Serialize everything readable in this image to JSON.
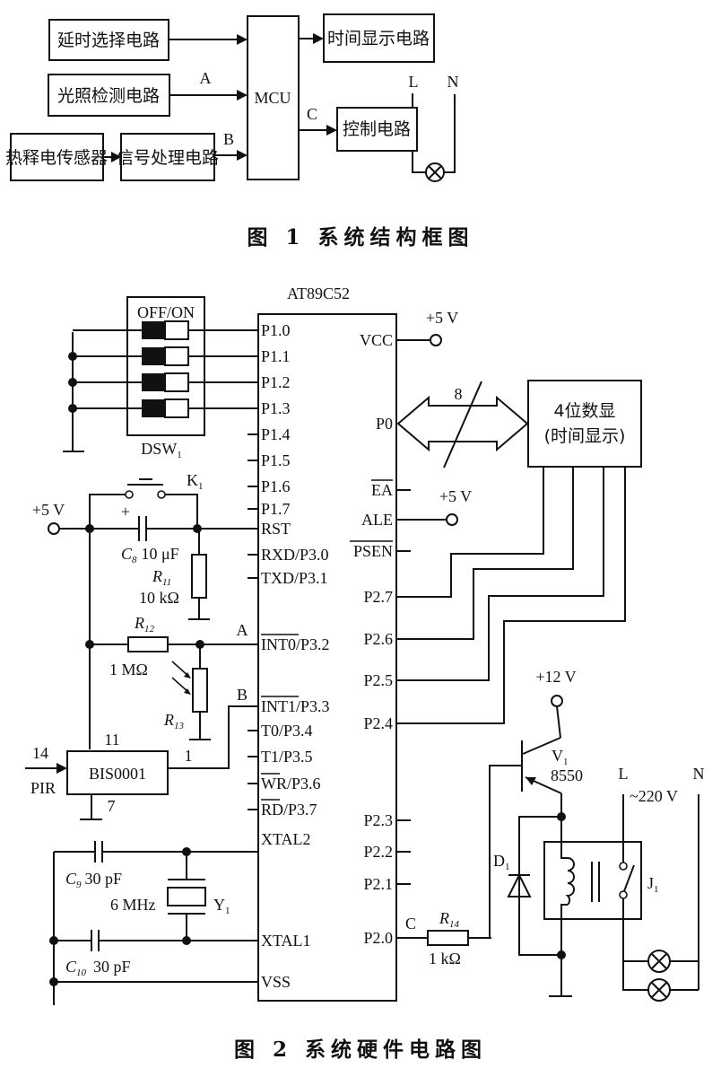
{
  "figure1": {
    "caption": "图 1   系统结构框图",
    "blocks": {
      "delay_select": "延时选择电路",
      "light_detect": "光照检测电路",
      "pyro_sensor": "热释电传感器",
      "signal_proc": "信号处理电路",
      "mcu": "MCU",
      "time_display": "时间显示电路",
      "control": "控制电路"
    },
    "signals": {
      "a": "A",
      "b": "B",
      "c": "C"
    },
    "power": {
      "live": "L",
      "neutral": "N"
    }
  },
  "figure2": {
    "caption": "图 2   系统硬件电路图",
    "mcu_name": "AT89C52",
    "left_pins": [
      "P1.0",
      "P1.1",
      "P1.2",
      "P1.3",
      "P1.4",
      "P1.5",
      "P1.6",
      "P1.7",
      "RST",
      "RXD/P3.0",
      "TXD/P3.1",
      "INT0/P3.2",
      "INT1/P3.3",
      "T0/P3.4",
      "T1/P3.5",
      "WR/P3.6",
      "RD/P3.7",
      "XTAL2",
      "XTAL1",
      "VSS"
    ],
    "right_pins": [
      "VCC",
      "P0",
      "EA",
      "ALE",
      "PSEN",
      "P2.7",
      "P2.6",
      "P2.5",
      "P2.4",
      "P2.3",
      "P2.2",
      "P2.1",
      "P2.0"
    ],
    "dip_switch": {
      "header": "OFF/ON",
      "name": "DSW",
      "sub": "1"
    },
    "supply_5v": "+5 V",
    "supply_12v": "+12 V",
    "bus_width": "8",
    "display": {
      "line1": "4位数显",
      "line2": "(时间显示)"
    },
    "k1": {
      "name": "K",
      "sub": "1"
    },
    "c8": {
      "name": "C",
      "sub": "8",
      "value": "10 μF",
      "polarity": "+"
    },
    "r11": {
      "name": "R",
      "sub": "11",
      "value": "10 kΩ"
    },
    "r12": {
      "name": "R",
      "sub": "12",
      "value": "1 MΩ"
    },
    "r13": {
      "name": "R",
      "sub": "13"
    },
    "r14": {
      "name": "R",
      "sub": "14",
      "value": "1 kΩ"
    },
    "net_labels": {
      "a": "A",
      "b": "B",
      "c": "C"
    },
    "bis": {
      "name": "BIS0001",
      "pin_in": "14",
      "pin_vcc": "11",
      "pin_out": "1",
      "pin_gnd": "7",
      "input_label": "PIR"
    },
    "c9": {
      "name": "C",
      "sub": "9",
      "value": "30 pF"
    },
    "c10": {
      "name": "C",
      "sub": "10",
      "value": "30 pF"
    },
    "crystal": {
      "name": "Y",
      "sub": "1",
      "value": "6 MHz"
    },
    "transistor": {
      "name": "V",
      "sub": "1",
      "part": "8550"
    },
    "diode": {
      "name": "D",
      "sub": "1"
    },
    "relay": {
      "name": "J",
      "sub": "1"
    },
    "mains": {
      "live": "L",
      "neutral": "N",
      "voltage": "~220 V"
    }
  }
}
